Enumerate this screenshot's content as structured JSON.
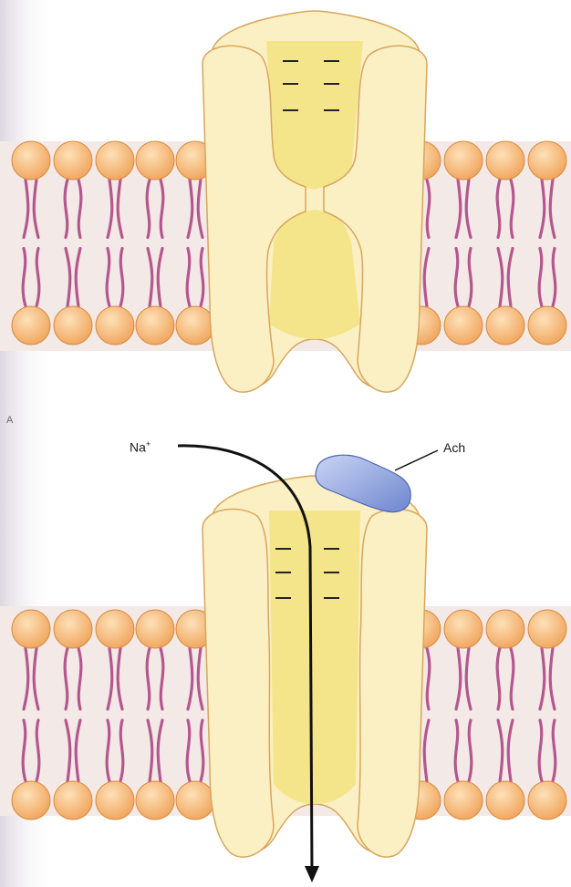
{
  "panel_label": "A",
  "ion_label": "Na",
  "ion_charge": "+",
  "ligand_label": "Ach",
  "charge_symbol": "–",
  "colors": {
    "lipid_head": "#f2b06a",
    "lipid_head_edge": "#d88a3e",
    "lipid_tail": "#b5578f",
    "channel_fill": "#fbf0c4",
    "channel_edge": "#d9a55b",
    "pore_fill": "#f4e48a",
    "ligand_fill": "#8ea4de",
    "ligand_edge": "#4f66b5",
    "arrow": "#111111",
    "membrane_band": "#f3e9e6"
  }
}
